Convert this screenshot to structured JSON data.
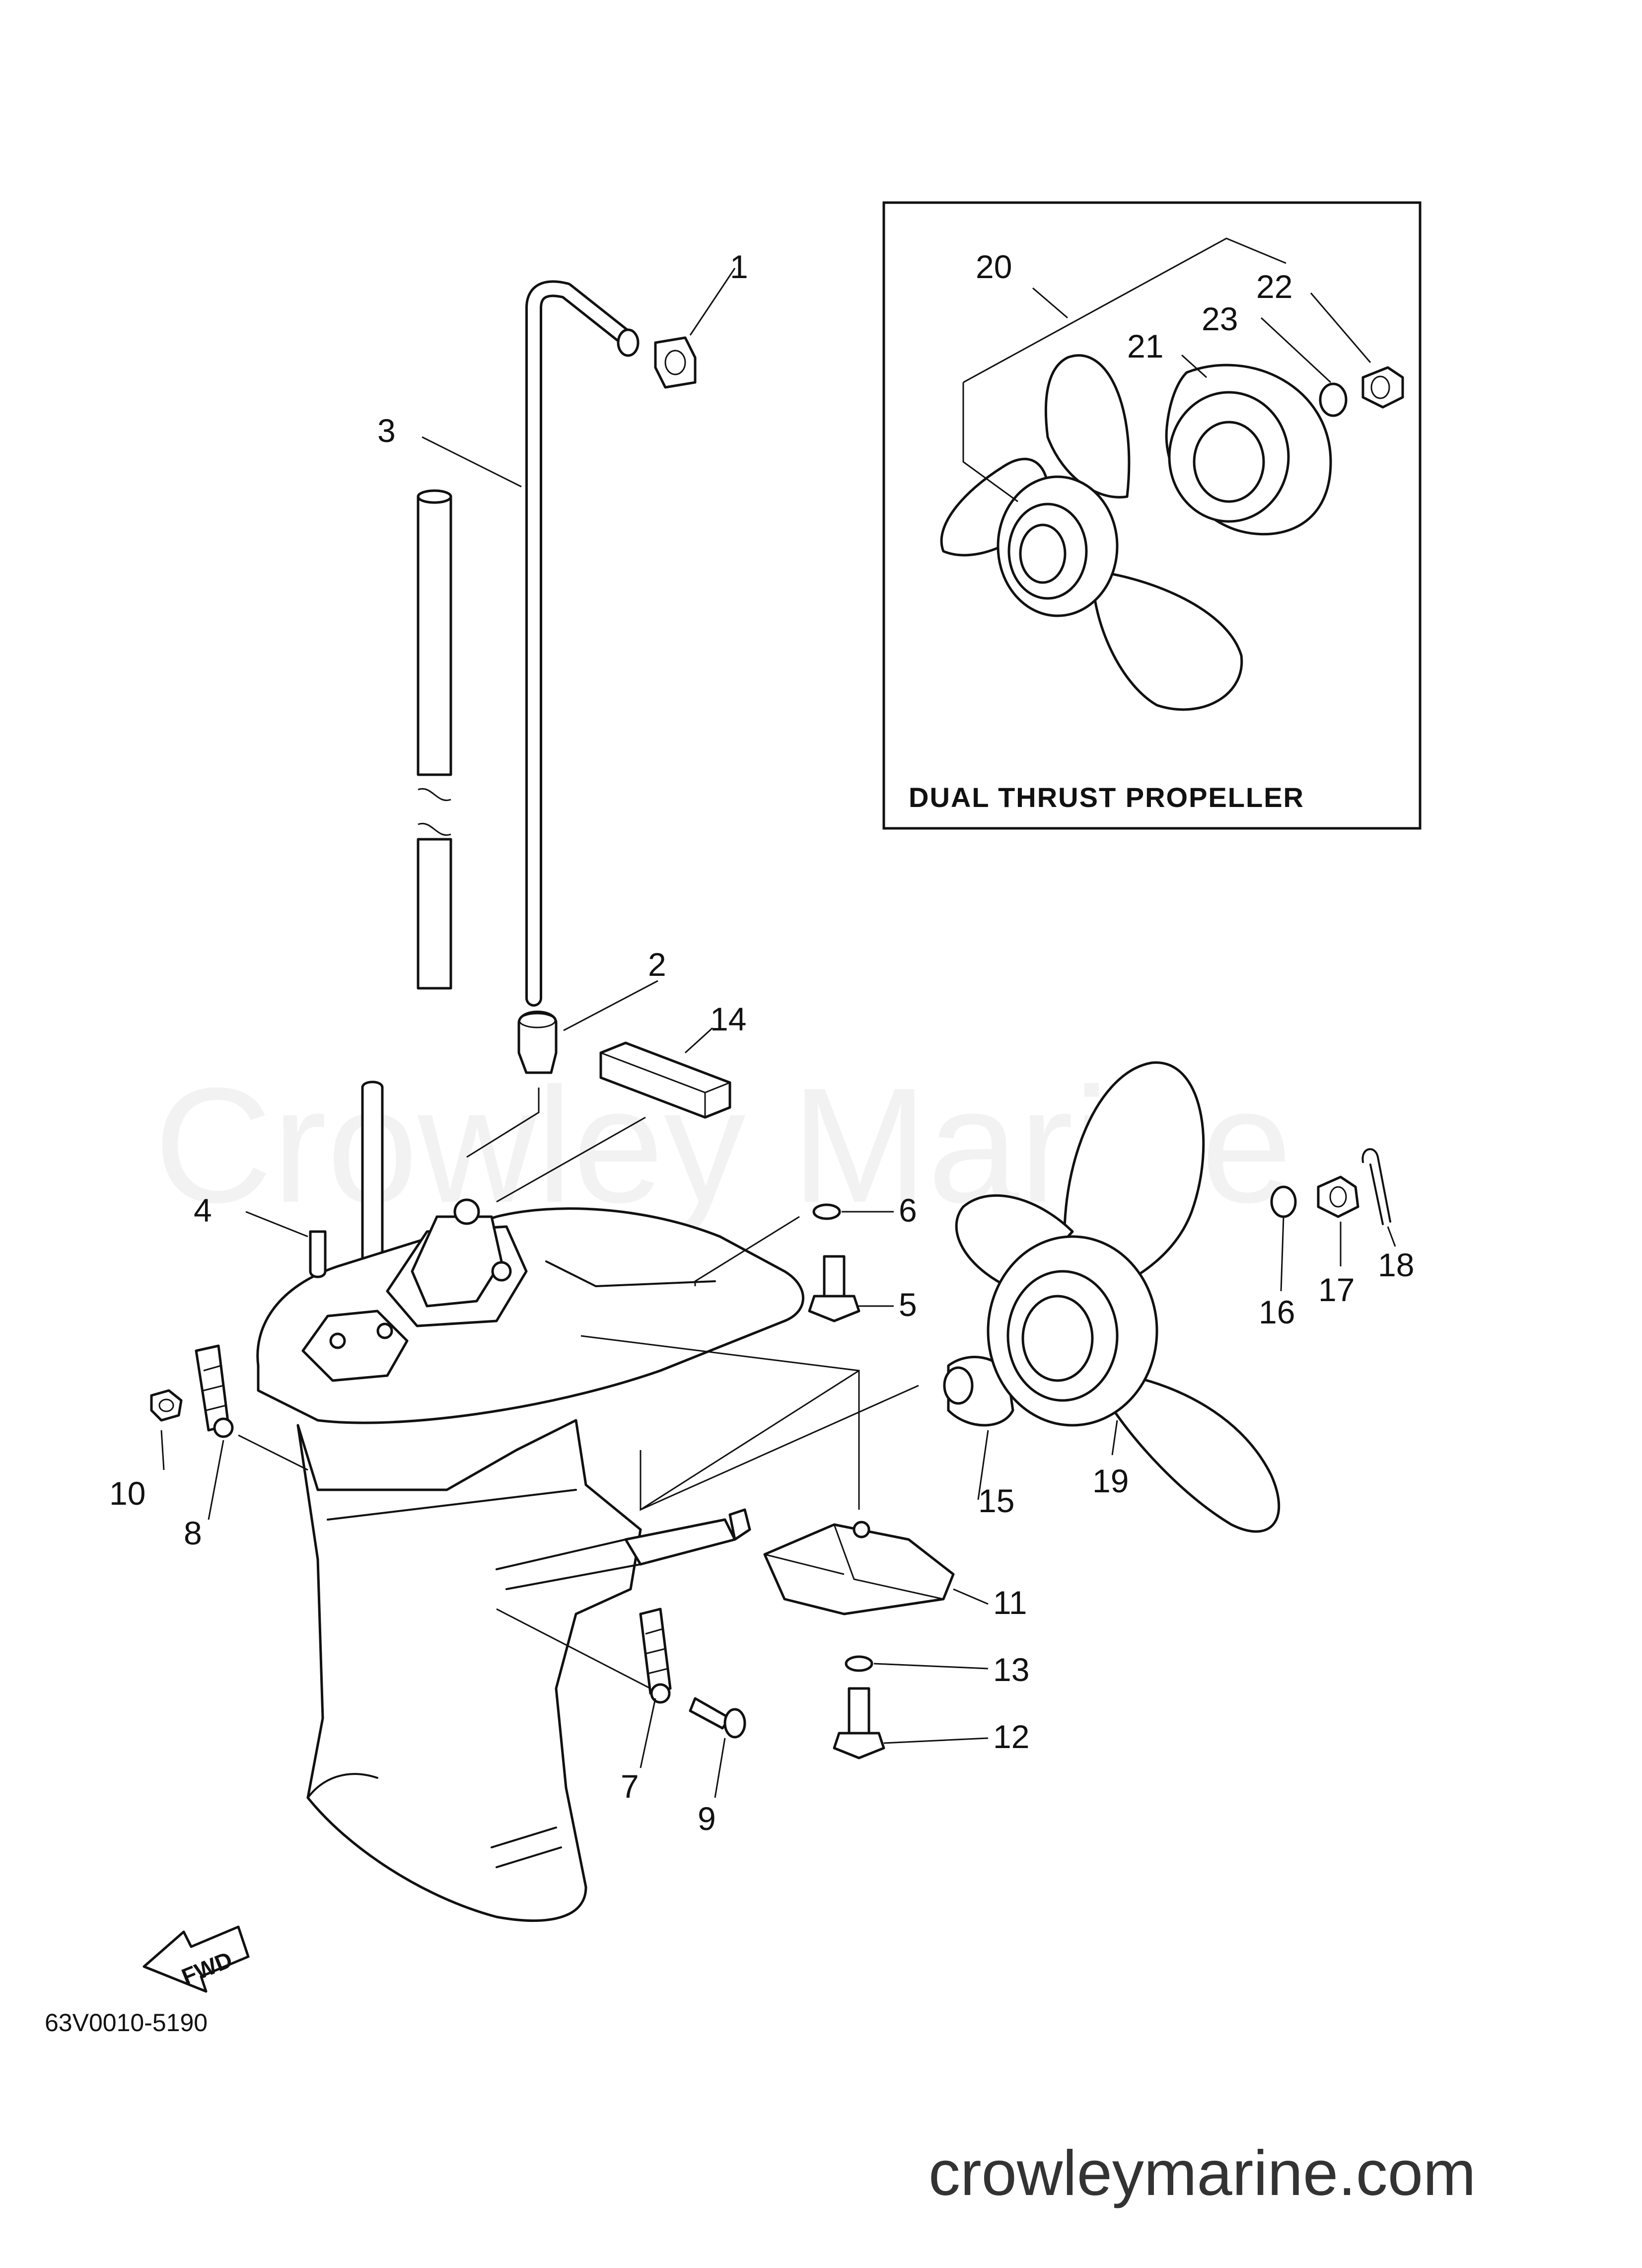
{
  "inset": {
    "title": "DUAL THRUST PROPELLER"
  },
  "callouts": [
    "1",
    "2",
    "3",
    "4",
    "5",
    "6",
    "7",
    "8",
    "9",
    "10",
    "11",
    "12",
    "13",
    "14",
    "15",
    "16",
    "17",
    "18",
    "19",
    "20",
    "21",
    "22",
    "23"
  ],
  "fwd_label": "FWD",
  "diagram_code": "63V0010-5190",
  "watermark": "Crowley Marine",
  "site": "crowleymarine.com"
}
